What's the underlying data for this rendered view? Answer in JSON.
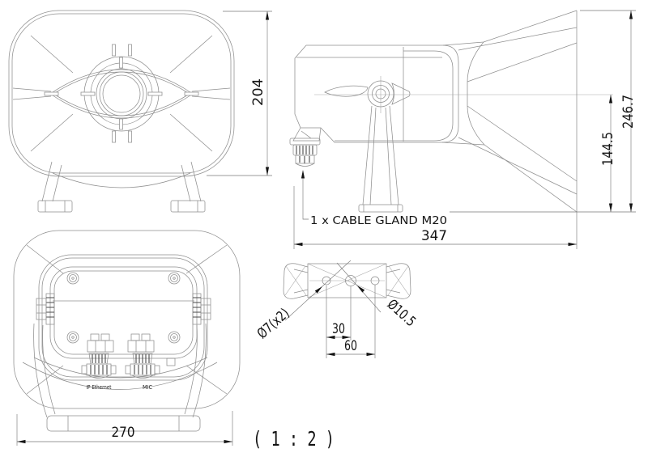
{
  "drawing": {
    "scale_label": "( 1 : 2 )"
  },
  "annotations": {
    "cable_gland_label": "1 x CABLE GLAND M20",
    "connector_left_label": "IP Ethernet",
    "connector_right_label": "MIC"
  },
  "dimensions": {
    "front_height_mm": "204",
    "overall_length_mm": "347",
    "horn_mouth_height_mm": "246.7",
    "axis_to_mouth_bottom_mm": "144.5",
    "front_width_mm": "270",
    "bracket_hole_pitch_inner_mm": "30",
    "bracket_hole_pitch_outer_mm": "60",
    "bracket_hole_small_label": "Ø7(x2)",
    "bracket_hole_large_label": "Ø10.5"
  }
}
